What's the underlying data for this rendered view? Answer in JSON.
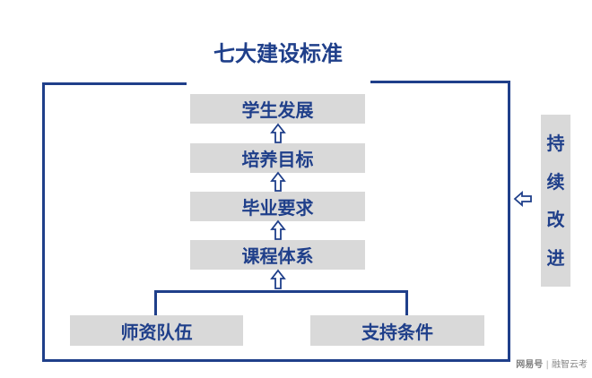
{
  "title": "七大建设标准",
  "chain": [
    {
      "label": "学生发展"
    },
    {
      "label": "培养目标"
    },
    {
      "label": "毕业要求"
    },
    {
      "label": "课程体系"
    }
  ],
  "bottom_boxes": [
    {
      "label": "师资队伍"
    },
    {
      "label": "支持条件"
    }
  ],
  "side_label": [
    "持",
    "续",
    "改",
    "进"
  ],
  "watermark": {
    "logo": "网易号",
    "sep": "|",
    "author": "融智云考"
  },
  "colors": {
    "primary": "#1f3f8a",
    "box_fill": "#d9d9d9"
  }
}
